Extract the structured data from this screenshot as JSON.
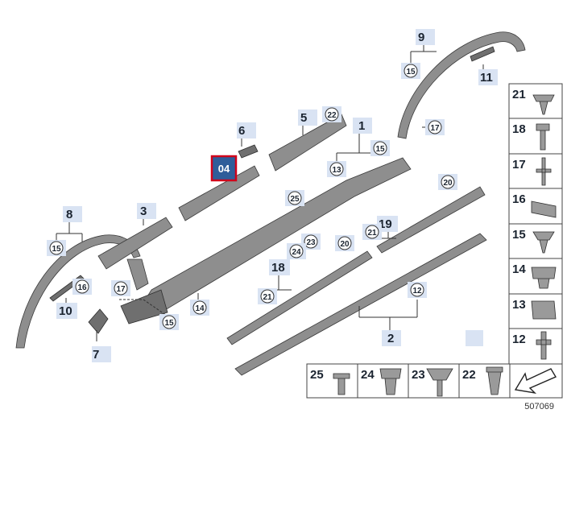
{
  "diagram_ref": "507069",
  "selected_badge": "04",
  "callouts": {
    "c1": "1",
    "c2": "2",
    "c3": "3",
    "c5": "5",
    "c6": "6",
    "c7": "7",
    "c8": "8",
    "c9": "9",
    "c10": "10",
    "c11": "11",
    "c18": "18",
    "c19": "19"
  },
  "circled": {
    "c13": "13",
    "c14": "14",
    "c15a": "15",
    "c15b": "15",
    "c15c": "15",
    "c15d": "15",
    "c16": "16",
    "c17a": "17",
    "c17b": "17",
    "c12": "12",
    "c20a": "20",
    "c20b": "20",
    "c21a": "21",
    "c21b": "21",
    "c22": "22",
    "c23": "23",
    "c24": "24",
    "c25": "25"
  },
  "side_legend": [
    "21",
    "18",
    "17",
    "16",
    "15",
    "14",
    "13",
    "12"
  ],
  "bottom_legend": [
    "25",
    "24",
    "23",
    "22"
  ],
  "colors": {
    "selected_fill": "#2f5d9a",
    "selected_border": "#d0021b",
    "tag_bg": "#d9e3f3"
  }
}
